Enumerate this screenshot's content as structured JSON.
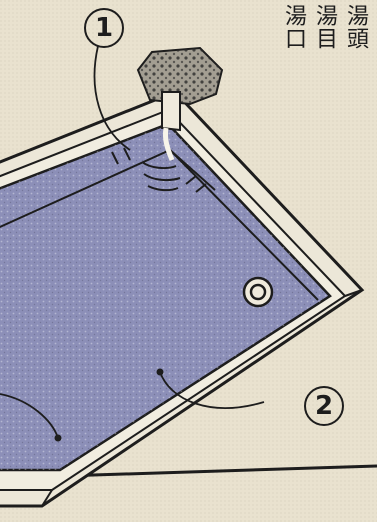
{
  "labels": {
    "col1": "湯頭",
    "col2": "湯目",
    "col3": "湯口"
  },
  "callouts": {
    "one": "1",
    "two": "2"
  },
  "colors": {
    "paper": "#e9e2cf",
    "ink": "#1d1d1d",
    "water": "#8c8fb8",
    "frame": "#ece7d8",
    "fixture": "#a39e92"
  }
}
